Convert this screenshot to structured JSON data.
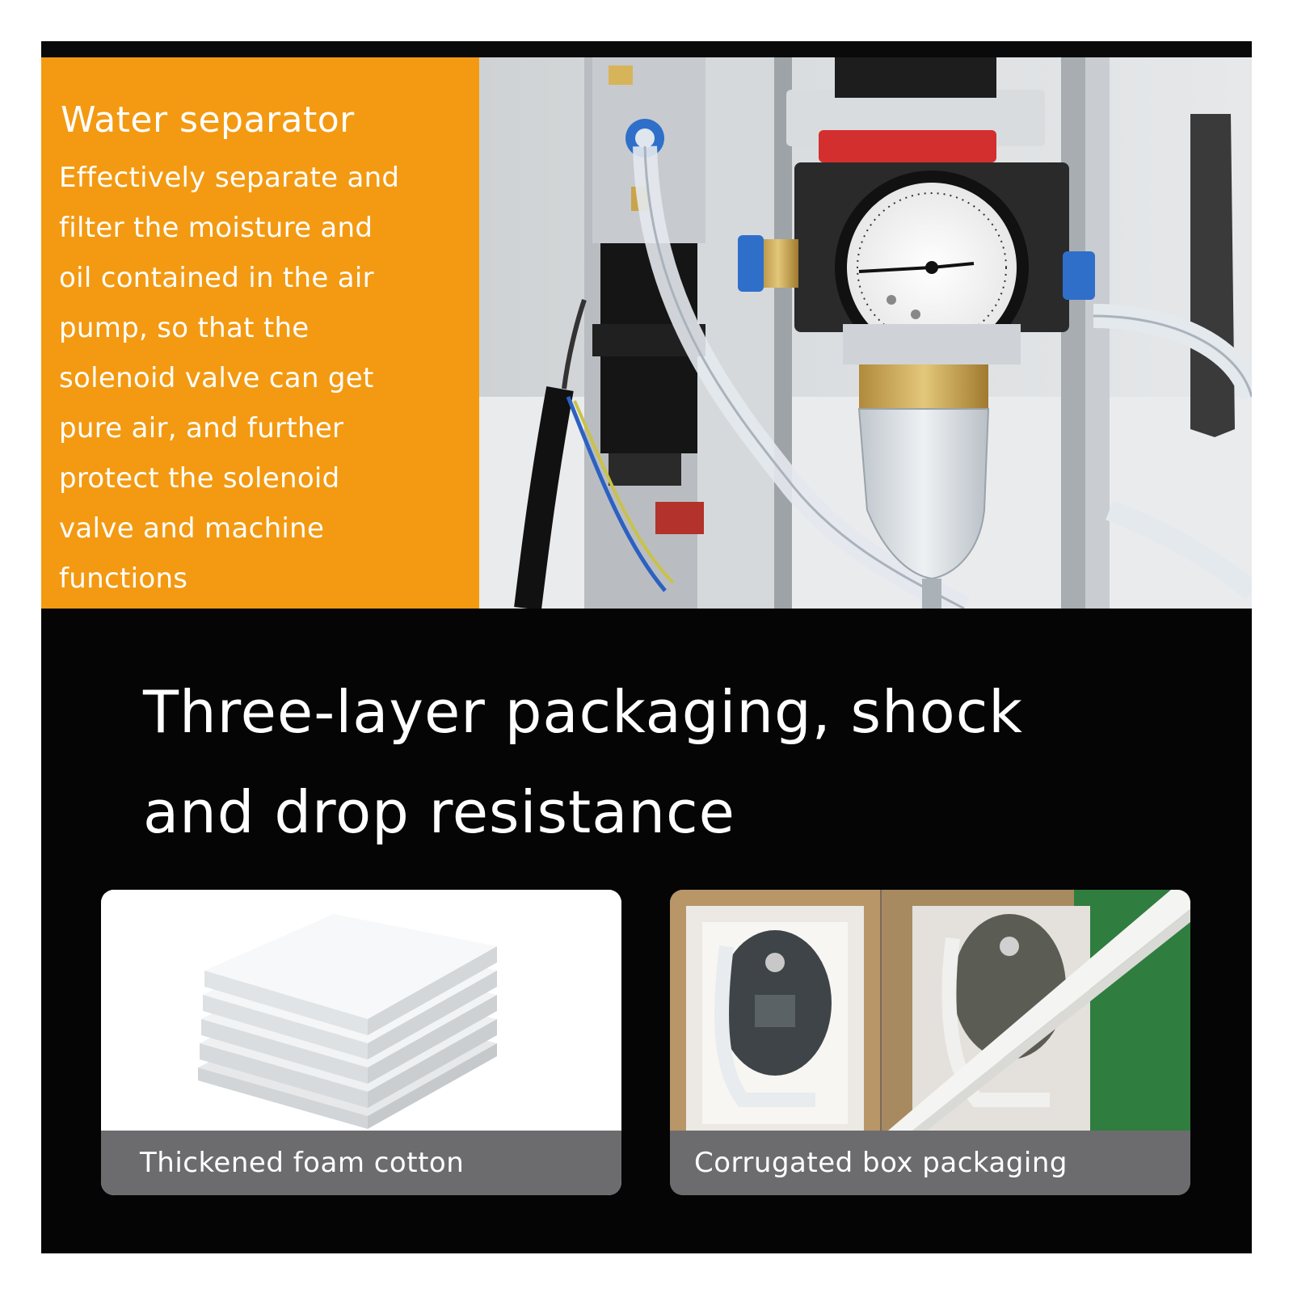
{
  "info_panel": {
    "title": "Water separator",
    "lines": [
      "Effectively separate and",
      "filter the moisture and",
      "oil contained in the air",
      "pump, so that the",
      "solenoid valve can get",
      "pure air, and further",
      "protect the solenoid",
      "valve and machine",
      "functions"
    ]
  },
  "heading": {
    "line1": "Three-layer packaging, shock",
    "line2": "and drop resistance"
  },
  "cards": {
    "foam_caption": "Thickened foam cotton",
    "box_caption": "Corrugated box packaging"
  },
  "colors": {
    "panel_orange": "#f39a12",
    "background": "#050505",
    "caption_gray": "#6c6c6e"
  }
}
